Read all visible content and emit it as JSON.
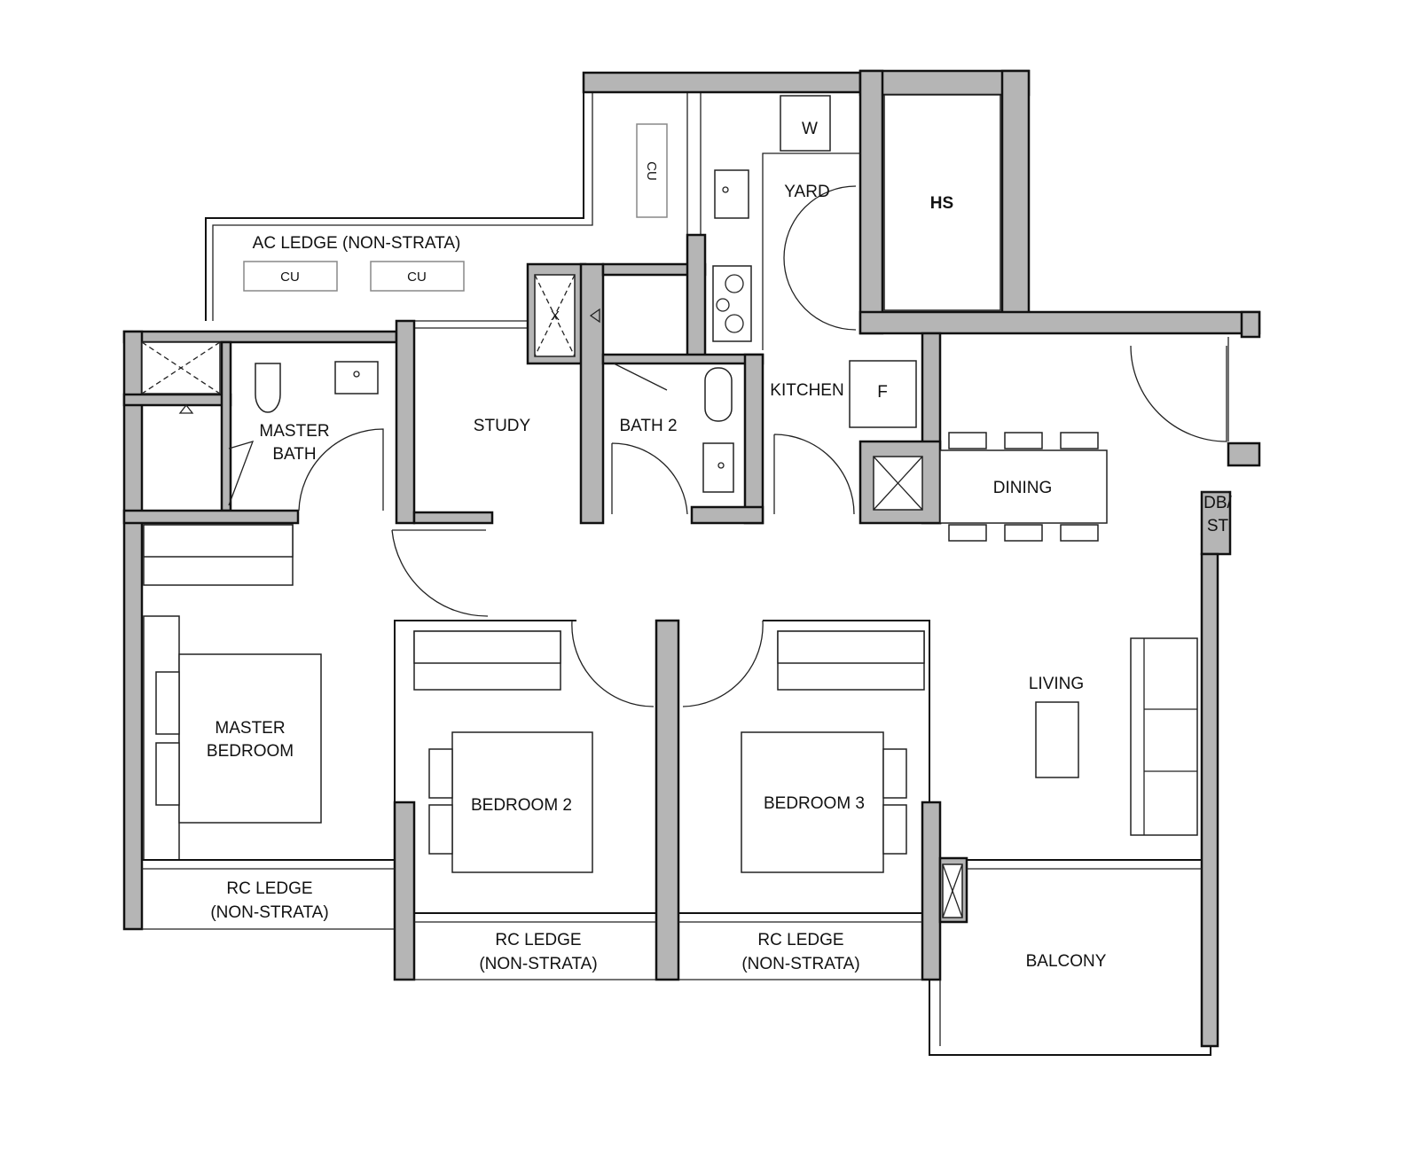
{
  "rooms": {
    "ac_ledge": "AC LEDGE (NON-STRATA)",
    "cu_1": "CU",
    "cu_2": "CU",
    "cu_3": "CU",
    "w": "W",
    "yard": "YARD",
    "hs": "HS",
    "kitchen": "KITCHEN",
    "fridge": "F",
    "study": "STUDY",
    "bath2": "BATH 2",
    "master_bath_1": "MASTER",
    "master_bath_2": "BATH",
    "dining": "DINING",
    "db_st_1": "DB/",
    "db_st_2": "ST",
    "master_bedroom_1": "MASTER",
    "master_bedroom_2": "BEDROOM",
    "bedroom2": "BEDROOM 2",
    "bedroom3": "BEDROOM 3",
    "living": "LIVING",
    "balcony": "BALCONY",
    "rc_ledge_1a": "RC LEDGE",
    "rc_ledge_1b": "(NON-STRATA)",
    "rc_ledge_2a": "RC LEDGE",
    "rc_ledge_2b": "(NON-STRATA)",
    "rc_ledge_3a": "RC LEDGE",
    "rc_ledge_3b": "(NON-STRATA)",
    "shaft_x": "X"
  },
  "colors": {
    "wall": "#b5b5b5",
    "line": "#111111"
  }
}
